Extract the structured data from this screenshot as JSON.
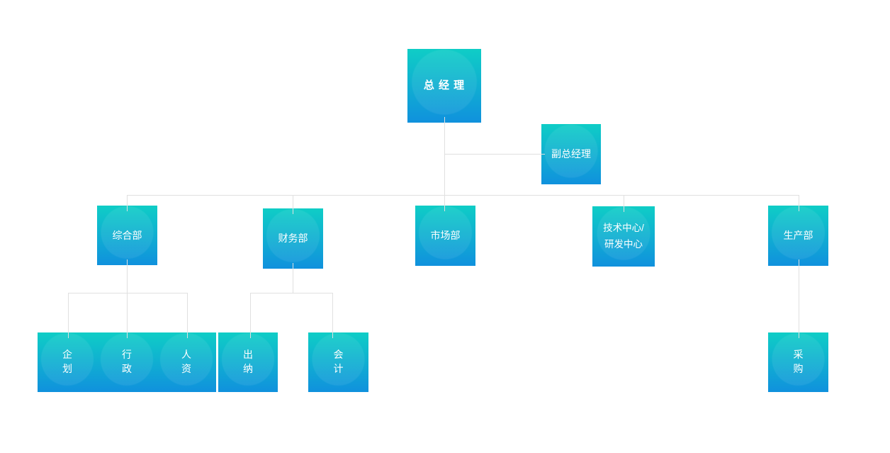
{
  "palette": {
    "canvas_bg": "#ffffff",
    "node_top": "#0fcdc6",
    "node_bottom": "#1091dd",
    "node_text": "#ffffff",
    "connector": "#e0e0e0"
  },
  "org_chart": {
    "type": "org-chart",
    "nodes": [
      {
        "id": "general-manager",
        "label": "总 经 理"
      },
      {
        "id": "deputy-gm",
        "label": "副总经理"
      },
      {
        "id": "general-dept",
        "label": "综合部"
      },
      {
        "id": "finance-dept",
        "label": "财务部"
      },
      {
        "id": "marketing-dept",
        "label": "市场部"
      },
      {
        "id": "tech-rd-center",
        "label": "技术中心/\n研发中心"
      },
      {
        "id": "production-dept",
        "label": "生产部"
      },
      {
        "id": "planning",
        "label": "企划"
      },
      {
        "id": "administration",
        "label": "行政"
      },
      {
        "id": "human-resources",
        "label": "人资"
      },
      {
        "id": "cashier",
        "label": "出纳"
      },
      {
        "id": "accounting",
        "label": "会计"
      },
      {
        "id": "procurement",
        "label": "采购"
      }
    ],
    "edges": [
      {
        "from": "general-manager",
        "to": "deputy-gm"
      },
      {
        "from": "general-manager",
        "to": "general-dept"
      },
      {
        "from": "general-manager",
        "to": "finance-dept"
      },
      {
        "from": "general-manager",
        "to": "marketing-dept"
      },
      {
        "from": "general-manager",
        "to": "tech-rd-center"
      },
      {
        "from": "general-manager",
        "to": "production-dept"
      },
      {
        "from": "general-dept",
        "to": "planning"
      },
      {
        "from": "general-dept",
        "to": "administration"
      },
      {
        "from": "general-dept",
        "to": "human-resources"
      },
      {
        "from": "finance-dept",
        "to": "cashier"
      },
      {
        "from": "finance-dept",
        "to": "accounting"
      },
      {
        "from": "production-dept",
        "to": "procurement"
      }
    ]
  }
}
